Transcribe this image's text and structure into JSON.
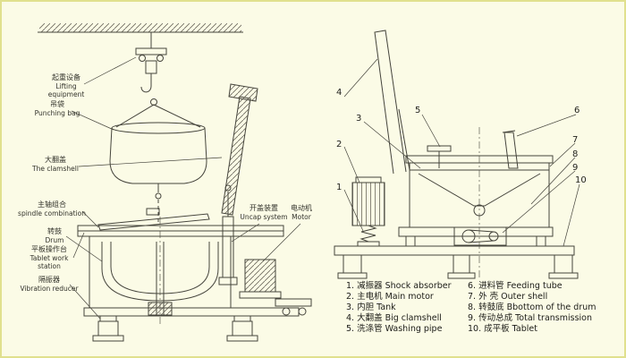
{
  "page": {
    "bg_color": "#fbfbe6",
    "border_color": "#e0e08e",
    "line_color": "#45443c"
  },
  "labels": {
    "lifting": {
      "cn": "起重设备",
      "en": "Lifting equipment"
    },
    "bag": {
      "cn": "吊袋",
      "en": "Punching bag"
    },
    "clamshell": {
      "cn": "大翻盖",
      "en": "The clamshell"
    },
    "spindle": {
      "cn": "主轴组合",
      "en": "spindle combination"
    },
    "drum": {
      "cn": "转鼓",
      "en": "Drum"
    },
    "station": {
      "cn": "平板操作台",
      "en": "Tablet work station"
    },
    "vibration": {
      "cn": "隔振器",
      "en": "Vibration reducer"
    },
    "uncap": {
      "cn": "开盖装置",
      "en": "Uncap system"
    },
    "motor": {
      "cn": "电动机",
      "en": "Motor"
    }
  },
  "callouts": {
    "n1": "1",
    "n2": "2",
    "n3": "3",
    "n4": "4",
    "n5": "5",
    "n6": "6",
    "n7": "7",
    "n8": "8",
    "n9": "9",
    "n10": "10"
  },
  "legend": {
    "items_left": [
      "1. 减振器 Shock absorber",
      "2. 主电机 Main motor",
      "3. 内胆 Tank",
      "4. 大翻盖 Big clamshell",
      "5. 洗涤管 Washing pipe"
    ],
    "items_right": [
      "6. 进料管 Feeding tube",
      "7. 外 壳 Outer shell",
      "8. 转鼓底 Bbottom of the drum",
      "9. 传动总成 Total transmission",
      "10. 成平板 Tablet"
    ]
  }
}
